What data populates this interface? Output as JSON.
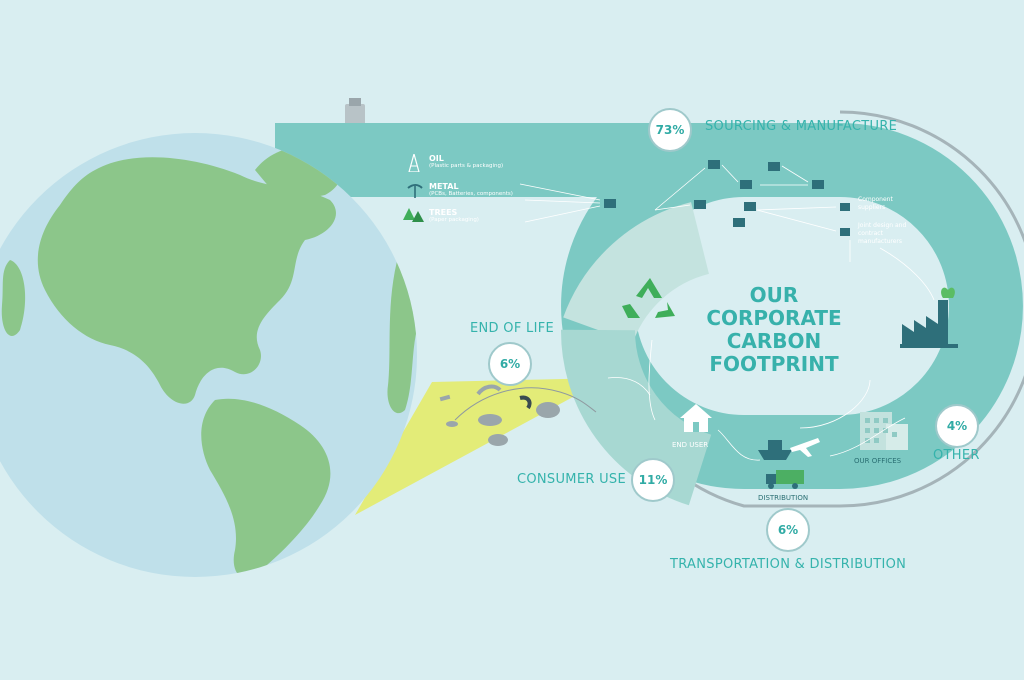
{
  "title": {
    "line1": "OUR",
    "line2": "CORPORATE",
    "line3": "CARBON",
    "line4": "FOOTPRINT"
  },
  "sections": {
    "sourcing": {
      "label": "SOURCING & MANUFACTURE",
      "percent": "73%"
    },
    "end_of_life": {
      "label": "END OF LIFE",
      "percent": "6%"
    },
    "consumer_use": {
      "label": "CONSUMER USE",
      "percent": "11%"
    },
    "transportation": {
      "label": "TRANSPORTATION & DISTRIBUTION",
      "percent": "6%"
    },
    "other": {
      "label": "OTHER",
      "percent": "4%"
    }
  },
  "sources": [
    {
      "title": "OIL",
      "detail": "(Plastic parts & packaging)",
      "icon": "oil-derrick-icon"
    },
    {
      "title": "METAL",
      "detail": "(PCBs, Batteries, components)",
      "icon": "pickaxe-icon"
    },
    {
      "title": "TREES",
      "detail": "(Paper packaging)",
      "icon": "trees-icon"
    }
  ],
  "supply_labels": {
    "component": "Component suppliers",
    "joint": "Joint design and contract manufacturers"
  },
  "nodes": {
    "end_user": "END USER",
    "distribution": "DISTRIBUTION",
    "our_offices": "OUR OFFICES"
  },
  "colors": {
    "background": "#d9eef1",
    "band": "#7cc9c3",
    "band_dark": "#5fbab3",
    "accent_text": "#35b3ac",
    "earth_ocean": "#bfe0ea",
    "earth_land": "#8cc68a",
    "end_of_life_beam": "#e3eb6a"
  },
  "icons": [
    "usb-plug-icon",
    "mouse-icon",
    "recycle-icon",
    "factory-icon",
    "house-icon",
    "ship-icon",
    "plane-icon",
    "truck-icon",
    "office-building-icon",
    "globe-icon"
  ]
}
